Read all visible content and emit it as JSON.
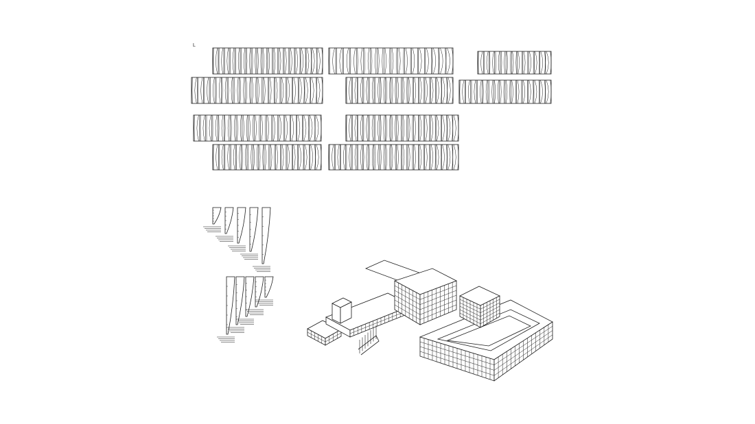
{
  "sheet": {
    "corner_mark": "L"
  },
  "panel_rows": [
    {
      "name": "row-1",
      "panel_count": 20
    },
    {
      "name": "row-2",
      "panel_count": 18
    },
    {
      "name": "row-3",
      "panel_count": 13
    },
    {
      "name": "row-4",
      "panel_count": 22
    },
    {
      "name": "row-5",
      "panel_count": 19
    },
    {
      "name": "row-6",
      "panel_count": 16
    },
    {
      "name": "row-7",
      "panel_count": 21
    },
    {
      "name": "row-8",
      "panel_count": 20
    },
    {
      "name": "row-9",
      "panel_count": 19
    },
    {
      "name": "row-10",
      "panel_count": 23
    }
  ],
  "fin_groups": [
    {
      "name": "fin-group-upper",
      "fin_count": 5
    },
    {
      "name": "fin-group-lower",
      "fin_count": 5
    }
  ],
  "colors": {
    "line": "#1a1a1a",
    "background": "#ffffff"
  }
}
